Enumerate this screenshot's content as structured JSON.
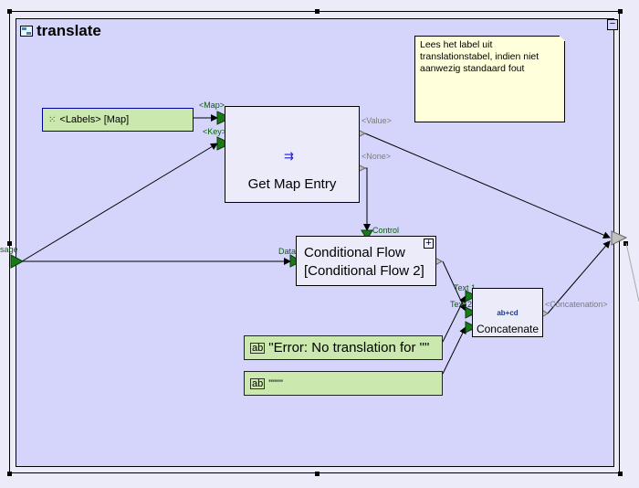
{
  "diagram": {
    "title": "translate",
    "title_icon": "subflow-icon",
    "collapse_label": "−",
    "note": "Lees het label uit translationstabel, indien niet aanwezig standaard fout",
    "input_port": {
      "label": "sage",
      "full_label": "Message"
    },
    "output_port": {
      "label": ""
    },
    "nodes": {
      "labels": {
        "label": "<Labels> [Map]",
        "icon": "map-icon"
      },
      "get_map_entry": {
        "label": "Get Map Entry",
        "icon": "map-entry-icon",
        "inputs": [
          "<Map>",
          "<Key>"
        ],
        "outputs": [
          "<Value>",
          "<None>"
        ]
      },
      "conditional_flow": {
        "line1": "Conditional Flow",
        "line2": "[Conditional Flow 2]",
        "expand_label": "+",
        "inputs": [
          "Control",
          "Data"
        ]
      },
      "concatenate": {
        "label": "Concatenate",
        "icon_text": "ab+cd",
        "inputs": [
          "Text 1",
          "Text 2"
        ],
        "output": "<Concatenation>"
      },
      "error_text": {
        "label": "\"Error: No translation for \"\"",
        "icon": "text-constant-icon"
      },
      "empty_text": {
        "label": "\"\"\"\"",
        "icon": "text-constant-icon"
      }
    }
  }
}
